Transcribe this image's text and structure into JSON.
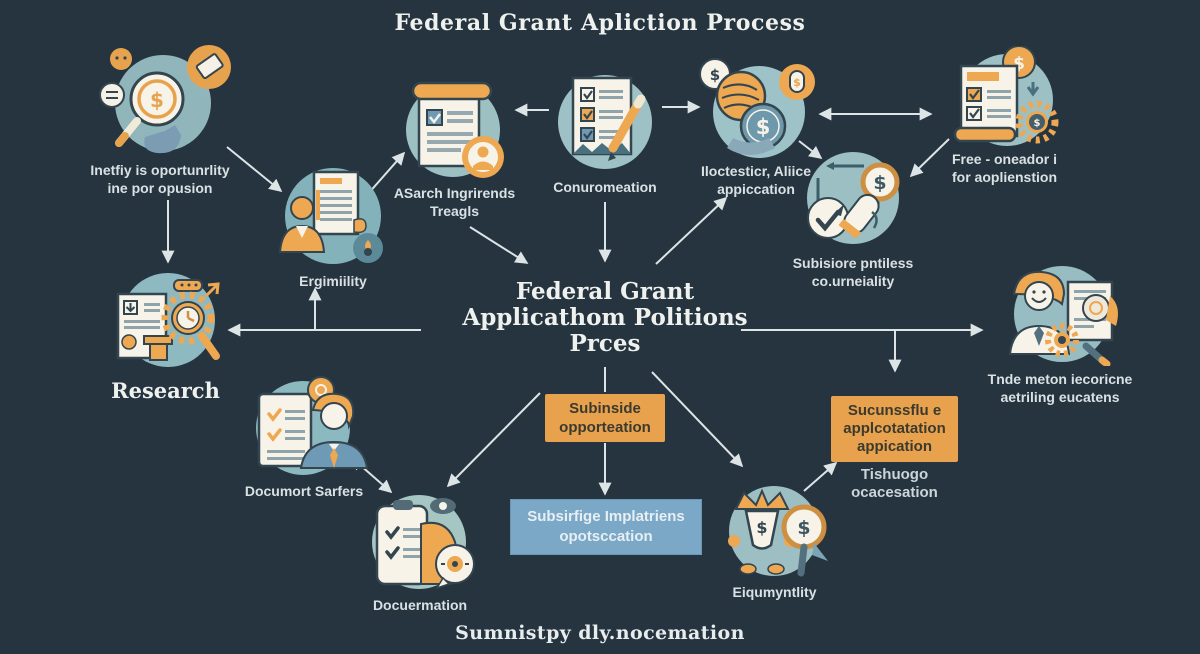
{
  "title": "Federal Grant Apliction Process",
  "center_title": {
    "line1": "Federal Grant",
    "line2": "Applicathom Politions",
    "line3": "Prces"
  },
  "footer": "Sumnistpy dly.nocemation",
  "nodes": {
    "identify": {
      "label1": "Inetfiy is oportunrlity",
      "label2": "ine por opusion"
    },
    "asarch": {
      "label1": "ASarch Ingrirends",
      "label2": "Treagls"
    },
    "conuromeation": {
      "label1": "Conuromeation"
    },
    "iloctestier": {
      "label1": "Iloctesticr, Aliice",
      "label2": "appiccation"
    },
    "free_oneador": {
      "label1": "Free - oneador i",
      "label2": "for aoplienstion"
    },
    "subisiore": {
      "label1": "Subisiore pntiless",
      "label2": "co.urneiality"
    },
    "research": {
      "label1": "Research"
    },
    "ergimiility": {
      "label1": "Ergimiility"
    },
    "documort": {
      "label1": "Documort Sarfers"
    },
    "docuernation": {
      "label1": "Docuermation"
    },
    "eiqumyntlity": {
      "label1": "Eiqumyntlity"
    },
    "tnde": {
      "label1": "Tnde meton iecoricne",
      "label2": "aetriling eucatens"
    }
  },
  "boxes": {
    "subinside": {
      "line1": "Subinside",
      "line2": "opporteation"
    },
    "subsirfige": {
      "line1": "Subsirfige Implatriens",
      "line2": "opotsccation"
    },
    "sucunssflu": {
      "line1": "Sucunssflu e",
      "line2": "applcotatation",
      "line3": "appication",
      "caption1": "Tishuogo",
      "caption2": "ocacesation"
    }
  },
  "icons": {
    "dollar": "$"
  },
  "colors": {
    "background": "#263440",
    "teal_circle": "#97bbc0",
    "orange": "#e8a24e",
    "blue_box": "#7ba8c6",
    "arrow": "#dde4e6",
    "cream": "#f7f3e9"
  }
}
